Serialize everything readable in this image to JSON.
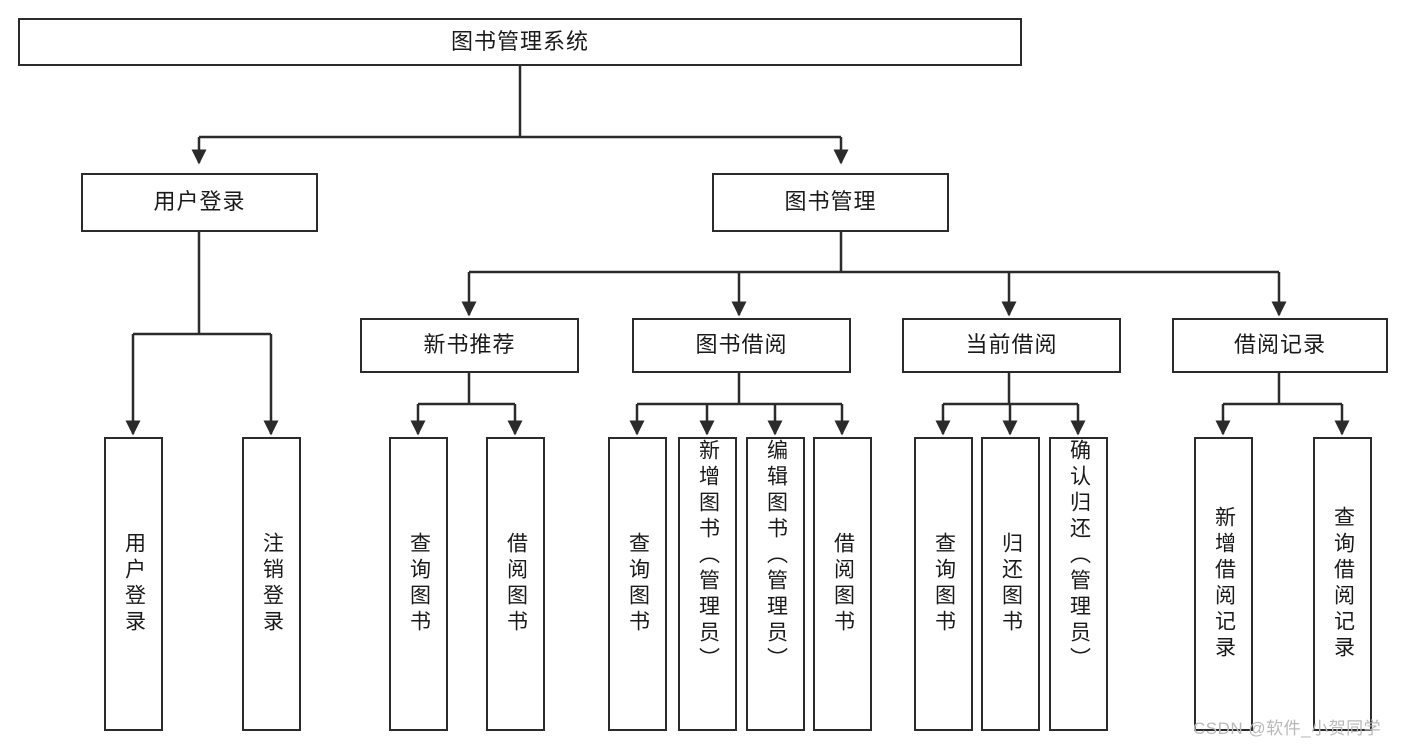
{
  "diagram": {
    "type": "tree-hierarchy",
    "title": "图书管理系统",
    "style": {
      "background": "#ffffff",
      "box_border": "#2b2b2b",
      "box_fill": "#ffffff",
      "connector": "#2b2b2b",
      "text": "#1a1a1a",
      "watermark": "#b9b9b9"
    },
    "nodes": {
      "root": {
        "label": "图书管理系统",
        "orientation": "horizontal"
      },
      "level2": [
        {
          "label": "用户登录",
          "orientation": "horizontal"
        },
        {
          "label": "图书管理",
          "orientation": "horizontal"
        }
      ],
      "level3": [
        {
          "label": "新书推荐",
          "orientation": "horizontal"
        },
        {
          "label": "图书借阅",
          "orientation": "horizontal"
        },
        {
          "label": "当前借阅",
          "orientation": "horizontal"
        },
        {
          "label": "借阅记录",
          "orientation": "horizontal"
        }
      ],
      "leaves": {
        "user_login": [
          {
            "label": "用户登录",
            "orientation": "vertical"
          },
          {
            "label": "注销登录",
            "orientation": "vertical"
          }
        ],
        "new_book_recommend": [
          {
            "label": "查询图书",
            "orientation": "vertical"
          },
          {
            "label": "借阅图书",
            "orientation": "vertical"
          }
        ],
        "book_borrow": [
          {
            "label": "查询图书",
            "orientation": "vertical"
          },
          {
            "label": "新增图书（管理员）",
            "orientation": "vertical"
          },
          {
            "label": "编辑图书（管理员）",
            "orientation": "vertical"
          },
          {
            "label": "借阅图书",
            "orientation": "vertical"
          }
        ],
        "current_borrow": [
          {
            "label": "查询图书",
            "orientation": "vertical"
          },
          {
            "label": "归还图书",
            "orientation": "vertical"
          },
          {
            "label": "确认归还（管理员）",
            "orientation": "vertical"
          }
        ],
        "borrow_record": [
          {
            "label": "新增借阅记录",
            "orientation": "vertical"
          },
          {
            "label": "查询借阅记录",
            "orientation": "vertical"
          }
        ]
      }
    },
    "watermark": "CSDN @软件_小贺同学"
  }
}
